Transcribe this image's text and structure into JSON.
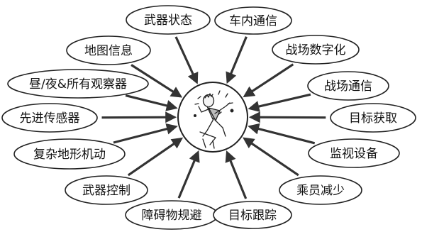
{
  "center": {
    "icon": "soldier-with-cracked-helmet-icon"
  },
  "labels": [
    {
      "id": "weapon-status",
      "text": "武器状态"
    },
    {
      "id": "in-vehicle-comm",
      "text": "车内通信"
    },
    {
      "id": "map-info",
      "text": "地图信息"
    },
    {
      "id": "battlefield-digitization",
      "text": "战场数字化"
    },
    {
      "id": "day-night-all-observers",
      "text": "昼/夜&所有观察器"
    },
    {
      "id": "battlefield-comm",
      "text": "战场通信"
    },
    {
      "id": "advanced-sensors",
      "text": "先进传感器"
    },
    {
      "id": "target-acquisition",
      "text": "目标获取"
    },
    {
      "id": "complex-terrain-maneuver",
      "text": "复杂地形机动"
    },
    {
      "id": "monitoring-equipment",
      "text": "监视设备"
    },
    {
      "id": "weapon-control",
      "text": "武器控制"
    },
    {
      "id": "crew-reduction",
      "text": "乘员减少"
    },
    {
      "id": "obstacle-avoidance",
      "text": "障碍物规避"
    },
    {
      "id": "target-tracking",
      "text": "目标跟踪"
    }
  ],
  "colors": {
    "stroke": "#222222",
    "fill": "#ffffff",
    "arrow": "#333333"
  }
}
